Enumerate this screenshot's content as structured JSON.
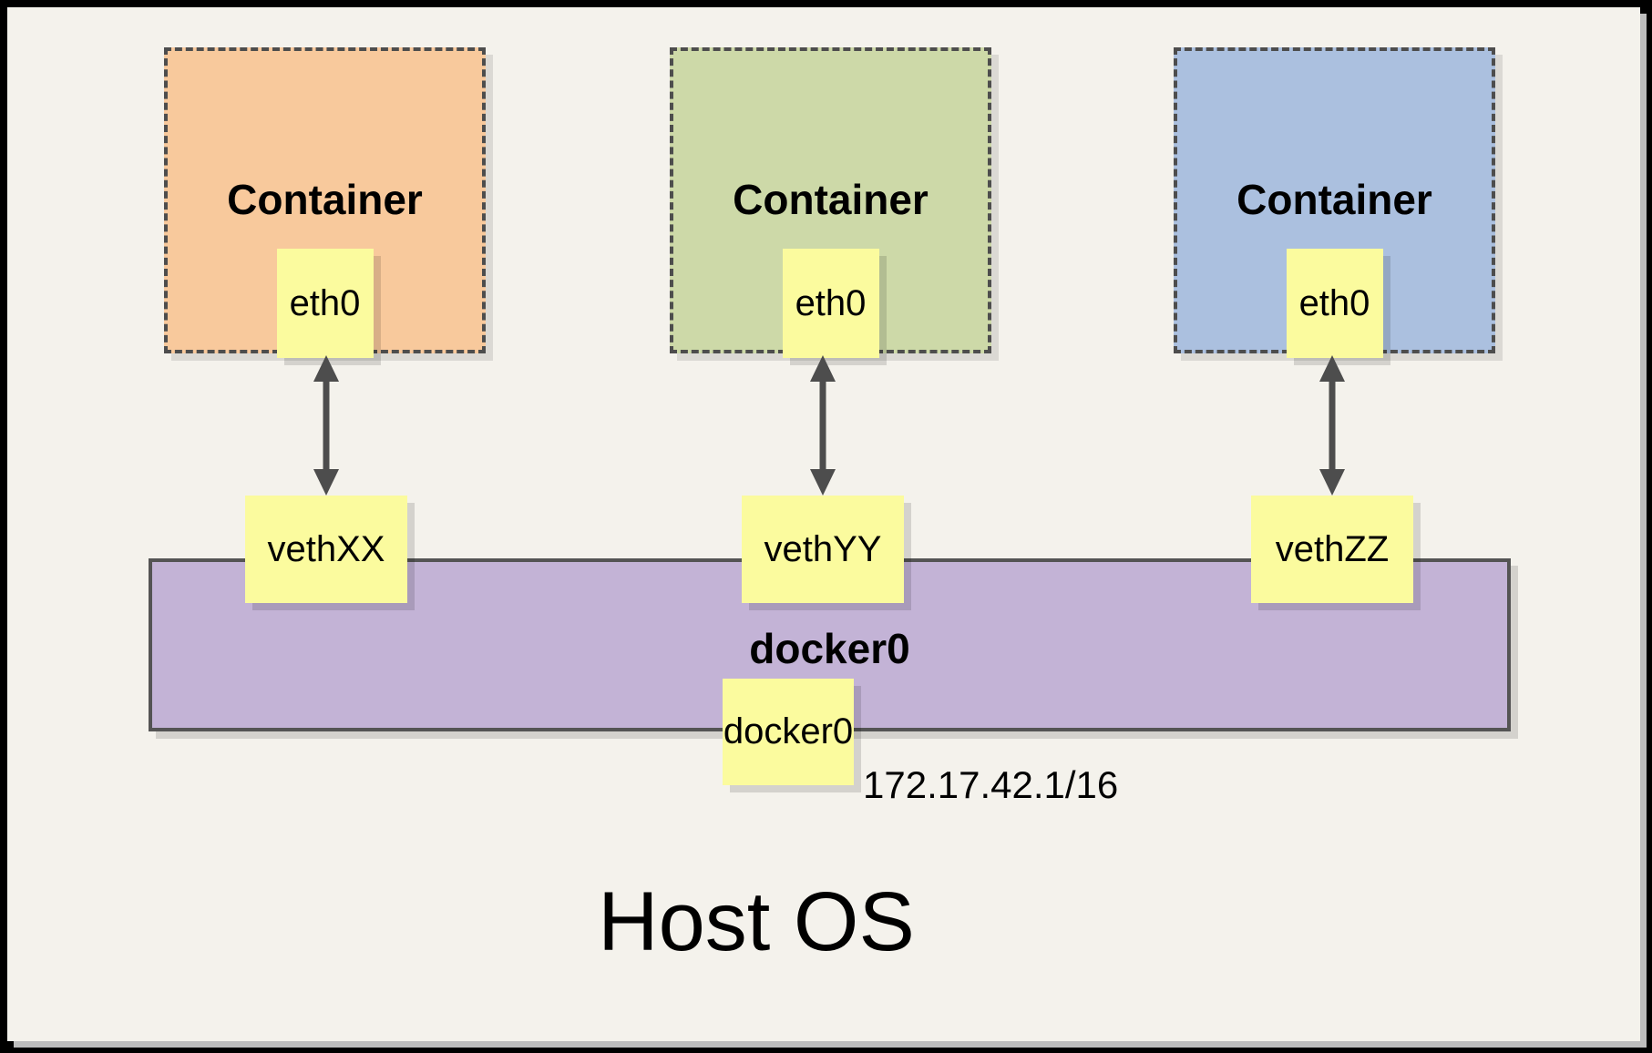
{
  "page": {
    "background": "#F4F2EC",
    "frame_color": "#000000",
    "shadow_color": "#BDBDBD"
  },
  "diagram": {
    "line_color": "#4D4D4D",
    "note_fill": "#FBFB9E",
    "columns": [
      {
        "container_label": "Container",
        "container_fill": "#F8C99C",
        "eth_label": "eth0",
        "veth_label": "vethXX"
      },
      {
        "container_label": "Container",
        "container_fill": "#CDD9A8",
        "eth_label": "eth0",
        "veth_label": "vethYY"
      },
      {
        "container_label": "Container",
        "container_fill": "#ABC0DF",
        "eth_label": "eth0",
        "veth_label": "vethZZ"
      }
    ],
    "bridge": {
      "label": "docker0",
      "fill": "#C3B3D6",
      "interface_label": "docker0",
      "ip_address": "172.17.42.1/16"
    },
    "host_label": "Host OS"
  }
}
